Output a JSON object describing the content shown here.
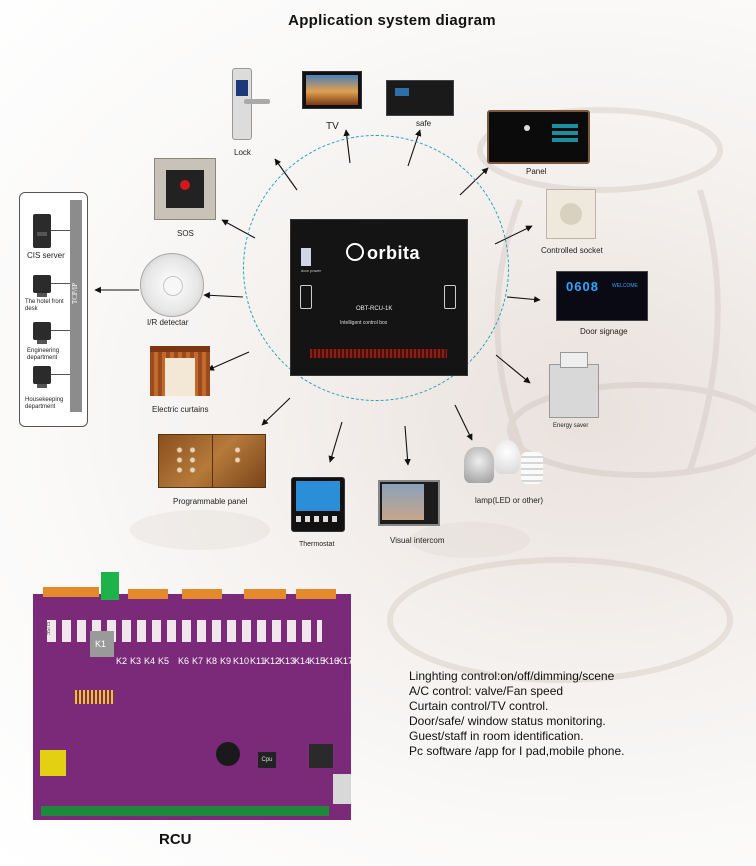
{
  "title": "Application system diagram",
  "control_box": {
    "brand": "orbita",
    "model": "OBT-RCU-1K",
    "subtitle": "Intelligent control box",
    "power_label": "door power"
  },
  "devices": {
    "lock": "Lock",
    "tv": "TV",
    "safe": "safe",
    "panel": "Panel",
    "sos": "SOS",
    "socket": "Controlled socket",
    "ir": "I/R detectar",
    "door_signage": "Door signage",
    "door_signage_number": "0608",
    "door_signage_word": "WELCOME",
    "curtains": "Electric curtains",
    "energy_saver": "Energy saver",
    "prog_panel": "Programmable panel",
    "thermostat": "Thermostat",
    "intercom": "Visual intercom",
    "lamp": "lamp(LED or other)"
  },
  "network": {
    "bus_label": "TCP/IP",
    "nodes": [
      "CIS server",
      "The hotel front desk",
      "Engineering department",
      "Housekeeping department"
    ]
  },
  "rcu": {
    "label": "RCU",
    "relays": [
      "K1",
      "K2",
      "K3",
      "K4",
      "K5",
      "K6",
      "K7",
      "K8",
      "K9",
      "K10",
      "K11",
      "K12",
      "K13",
      "K14",
      "K15",
      "K16",
      "K17"
    ],
    "fuse_label": "FUSE",
    "cpu_label": "Cpu"
  },
  "features": [
    "Linghting  control:on/off/dimming/scene",
    "A/C control: valve/Fan speed",
    "Curtain control/TV control.",
    "Door/safe/ window status monitoring.",
    "Guest/staff in room identification.",
    "Pc software /app for I pad,mobile phone."
  ],
  "colors": {
    "ring": "#2a9fb8",
    "board": "#7a2a78",
    "panel_gold": "#a5672e"
  }
}
